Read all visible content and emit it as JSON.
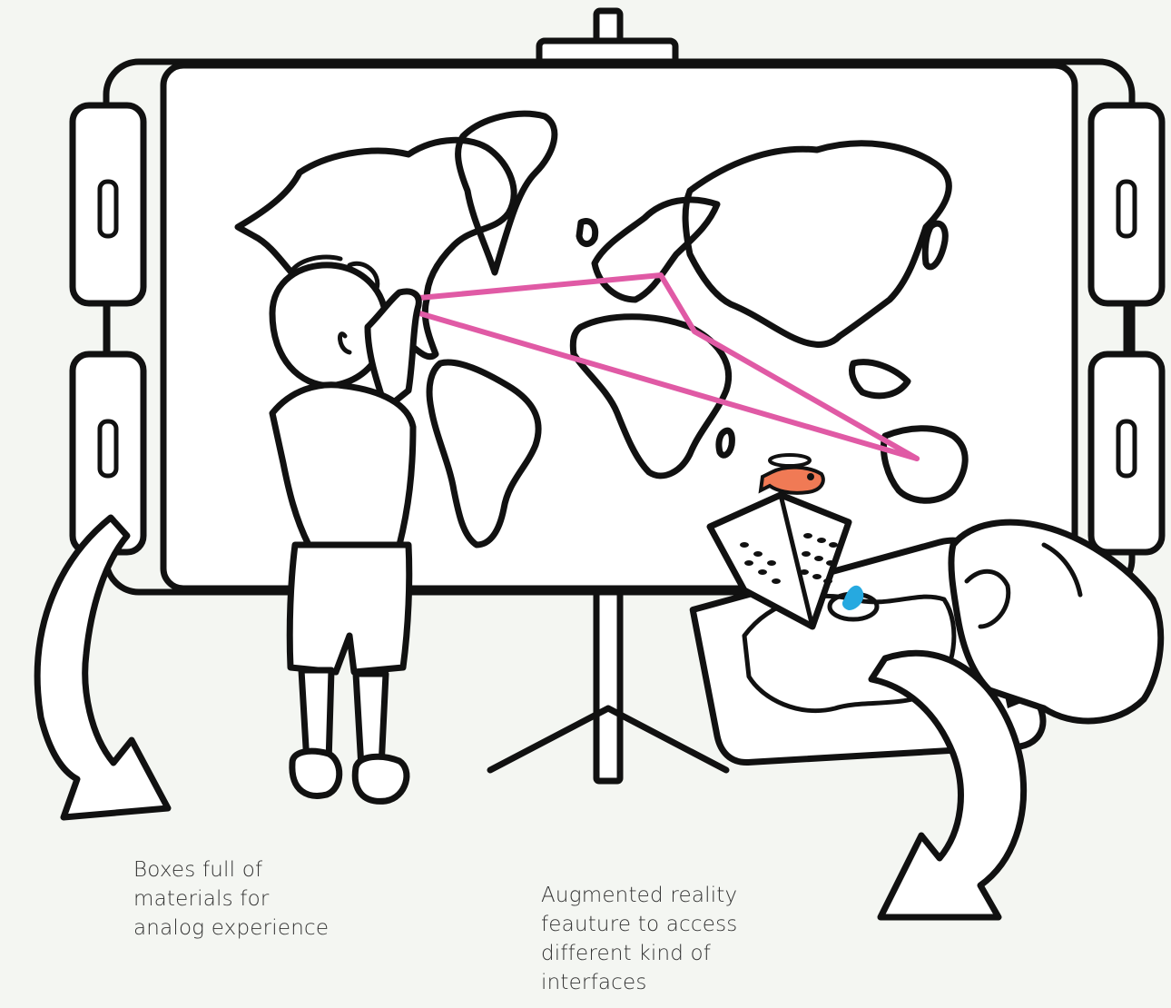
{
  "captions": {
    "boxes": [
      "Boxes full of",
      "materials for",
      "analog experience"
    ],
    "ar": [
      "Augmented reality",
      "feauture to access",
      "different kind of",
      "interfaces"
    ]
  },
  "colors": {
    "background": "#f4f6f2",
    "ink": "#111111",
    "route_line": "#e05aa5",
    "fish": "#f07a55",
    "water": "#26a9e0"
  },
  "icons": [
    "whiteboard-easel",
    "world-map",
    "child-figure",
    "material-box",
    "tablet-device",
    "hand",
    "ar-building",
    "ar-fish",
    "curved-arrow"
  ]
}
